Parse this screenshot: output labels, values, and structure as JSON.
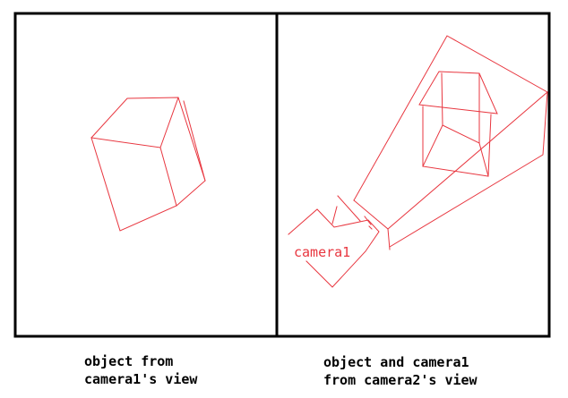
{
  "colors": {
    "frame": "#000000",
    "sketch": "#e8363f",
    "background": "#ffffff"
  },
  "left_panel": {
    "caption_line1": "object from",
    "caption_line2": "camera1's view"
  },
  "right_panel": {
    "camera_label": "camera1",
    "caption_line1": "object and camera1",
    "caption_line2": "from camera2's view"
  }
}
